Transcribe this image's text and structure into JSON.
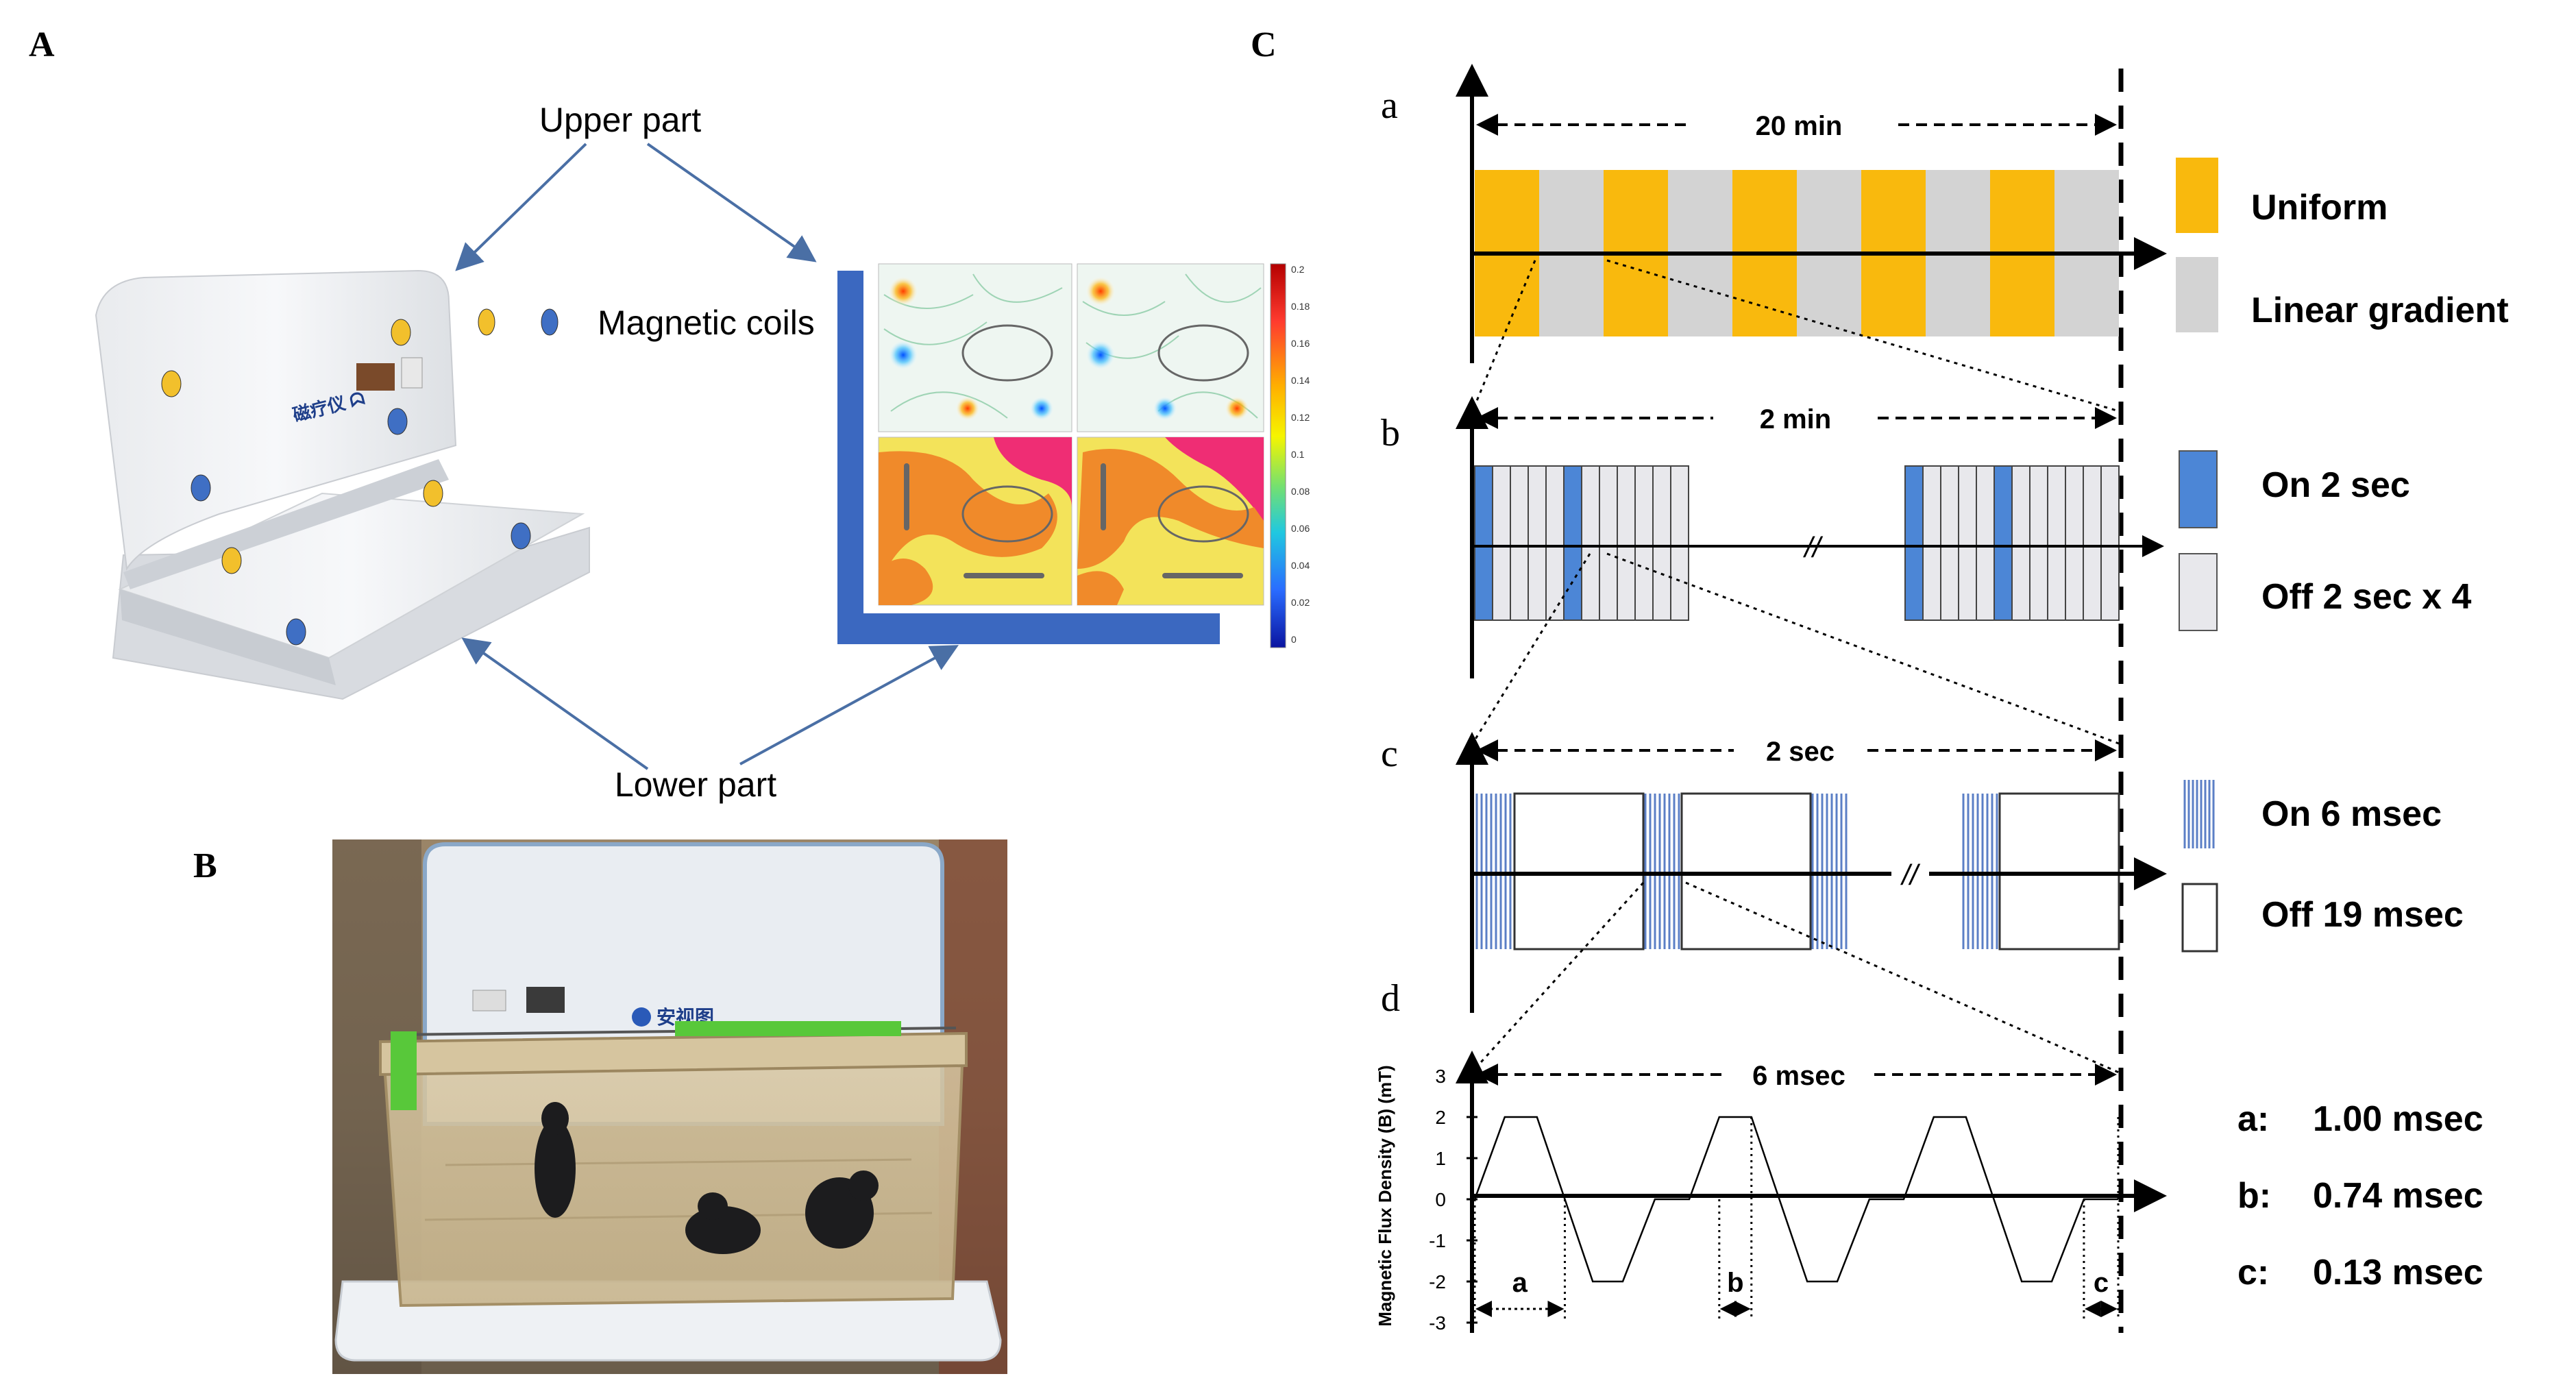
{
  "panels": {
    "A": {
      "letter": "A",
      "upper_part": "Upper part",
      "lower_part": "Lower part",
      "magnetic_coils": "Magnetic coils",
      "device_brand": "磁疗仪",
      "colorbar_ticks": [
        "0.2",
        "0.18",
        "0.16",
        "0.14",
        "0.12",
        "0.1",
        "0.08",
        "0.06",
        "0.04",
        "0.02",
        "0"
      ],
      "colors": {
        "coil_yellow": "#f2c02c",
        "coil_blue": "#3f6fc4",
        "arrow": "#4a6fa5",
        "frame_blue": "#3b68c0"
      }
    },
    "B": {
      "letter": "B",
      "device_label": "安视图"
    },
    "C": {
      "letter": "C",
      "rows": {
        "a": {
          "tag": "a",
          "duration": "20 min"
        },
        "b": {
          "tag": "b",
          "duration": "2 min"
        },
        "c": {
          "tag": "c",
          "duration": "2 sec"
        },
        "d": {
          "tag": "d",
          "duration": "6 msec"
        }
      },
      "legend": {
        "uniform": "Uniform",
        "linear_gradient": "Linear gradient",
        "on_2sec": "On 2 sec",
        "off_2sec": "Off 2 sec x 4",
        "on_6msec": "On 6 msec",
        "off_19msec": "Off 19 msec"
      },
      "waveform": {
        "ylabel": "Magnetic Flux Density (B) (mT)",
        "yticks": [
          "3",
          "2",
          "1",
          "0",
          "-1",
          "-2",
          "-3"
        ],
        "markers": [
          "a",
          "b",
          "c"
        ],
        "timings": [
          {
            "key": "a:",
            "value": "1.00 msec"
          },
          {
            "key": "b:",
            "value": "0.74 msec"
          },
          {
            "key": "c:",
            "value": "0.13 msec"
          }
        ]
      },
      "colors": {
        "uniform": "#f9b90d",
        "gradient": "#d3d3d3",
        "on": "#4c86d6",
        "off": "#e8e8ec",
        "pulse": "#5b7fc6",
        "axis": "#000000"
      }
    }
  }
}
